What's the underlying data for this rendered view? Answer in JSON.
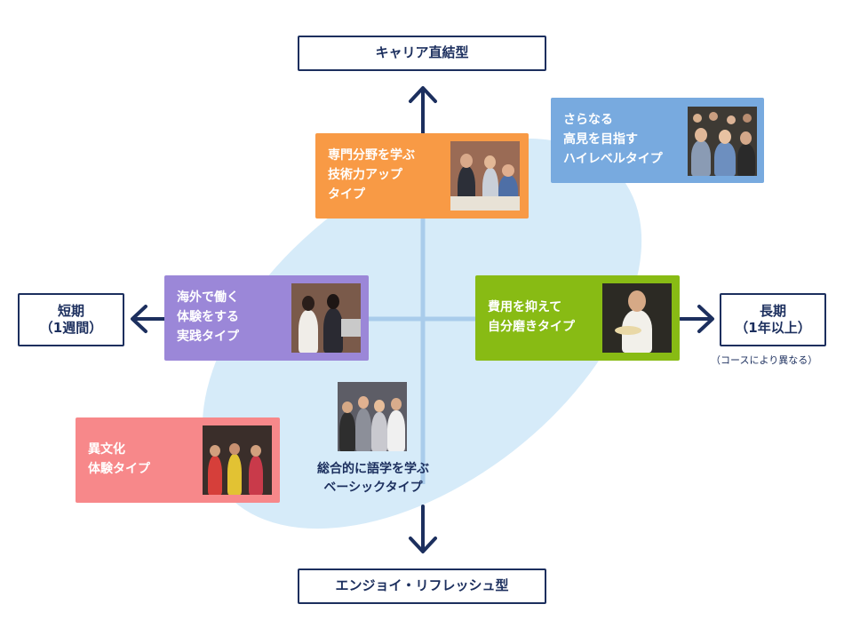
{
  "axes": {
    "top": "キャリア直結型",
    "bottom": "エンジョイ・リフレッシュ型",
    "left": [
      "短期",
      "（1週間）"
    ],
    "right": [
      "長期",
      "（1年以上）"
    ],
    "right_note": "（コースにより異なる）"
  },
  "cards": {
    "orange": {
      "lines": [
        "専門分野を学ぶ",
        "技術力アップ",
        "タイプ"
      ],
      "color": "#f89a45"
    },
    "blue": {
      "lines": [
        "さらなる",
        "高見を目指す",
        "ハイレベルタイプ"
      ],
      "color": "#78aadf"
    },
    "purple": {
      "lines": [
        "海外で働く",
        "体験をする",
        "実践タイプ"
      ],
      "color": "#9b87d8"
    },
    "green": {
      "lines": [
        "費用を抑えて",
        "自分磨きタイプ"
      ],
      "color": "#88bb14"
    },
    "pink": {
      "lines": [
        "異文化",
        "体験タイプ"
      ],
      "color": "#f7888a"
    }
  },
  "basic": {
    "lines": [
      "総合的に語学を学ぶ",
      "ベーシックタイプ"
    ]
  },
  "colors": {
    "navy": "#1c2f5e",
    "axis_light": "#a9cceb",
    "ellipse": "#d6ebf9"
  }
}
